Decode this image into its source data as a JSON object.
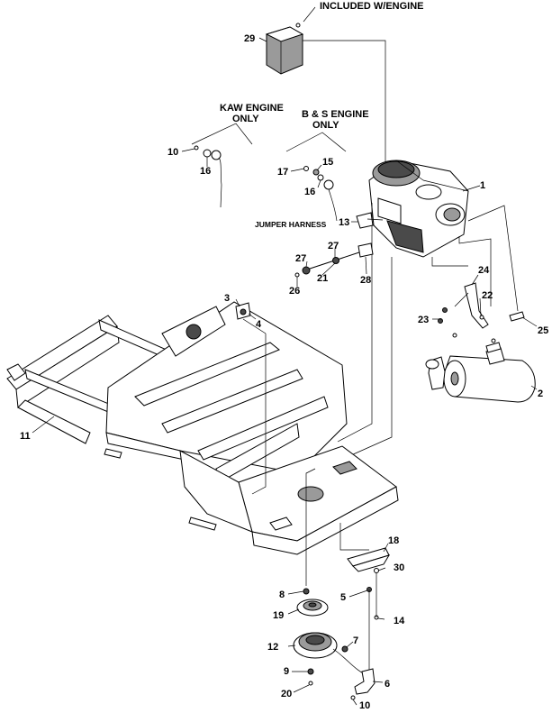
{
  "notes": {
    "included_with_engine": "INCLUDED W/ENGINE",
    "kaw_engine_line1": "KAW ENGINE",
    "kaw_engine_line2": "ONLY",
    "bs_engine_line1": "B & S ENGINE",
    "bs_engine_line2": "ONLY",
    "jumper_harness": "JUMPER HARNESS"
  },
  "callouts": {
    "p1": "1",
    "p2": "2",
    "p3": "3",
    "p4": "4",
    "p5": "5",
    "p6": "6",
    "p7": "7",
    "p8": "8",
    "p9": "9",
    "p10a": "10",
    "p10b": "10",
    "p11": "11",
    "p12": "12",
    "p13": "13",
    "p14": "14",
    "p15": "15",
    "p16a": "16",
    "p16b": "16",
    "p17": "17",
    "p18": "18",
    "p19": "19",
    "p20": "20",
    "p21": "21",
    "p22": "22",
    "p23": "23",
    "p24": "24",
    "p25": "25",
    "p26": "26",
    "p27a": "27",
    "p27b": "27",
    "p28": "28",
    "p29": "29",
    "p30": "30"
  }
}
